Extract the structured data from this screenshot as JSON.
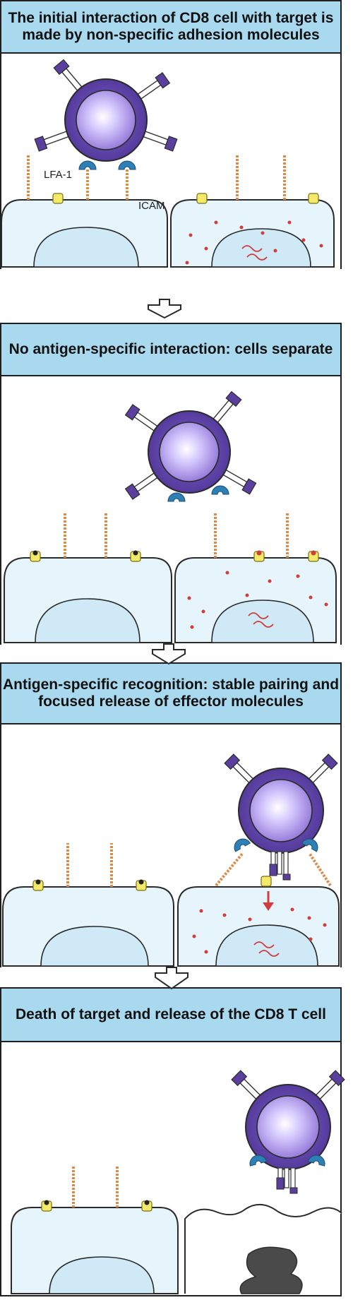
{
  "panels": [
    {
      "header": "The initial interaction of CD8 cell with target is made by non-specific adhesion molecules"
    },
    {
      "header": "No antigen-specific interaction: cells separate"
    },
    {
      "header": "Antigen-specific recognition: stable pairing and focused release of effector molecules"
    },
    {
      "header": "Death of target and release of the CD8 T cell"
    }
  ],
  "labels": {
    "lfa1": "LFA-1",
    "icam": "ICAM"
  },
  "colors": {
    "header_bg": "#a9d9ee",
    "cell_fill": "#e6f5fb",
    "cell_stroke": "#2a2a2a",
    "tcell_outer": "#5b3f9e",
    "tcell_inner": "#b9a8e6",
    "icam_stick": "#d98c4a",
    "adhesion_blue": "#2d7fb6",
    "mhc_yellow": "#f4ea6a",
    "antigen_red": "#d13c3c",
    "dead_nucleus": "#4a4a4a"
  }
}
